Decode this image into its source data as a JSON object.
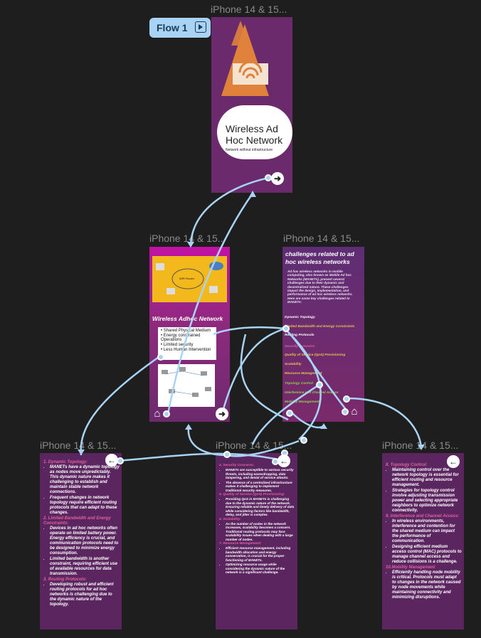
{
  "flow": {
    "label": "Flow 1"
  },
  "frames": {
    "f1": {
      "label": "iPhone 14 & 15...",
      "title": "Wireless Ad Hoc Network",
      "subtitle": "Network without infrastructure"
    },
    "f2": {
      "label": "iPhone 14 & 15...",
      "title": "Wireless Adhoc Network",
      "image_caption": "WiFi Router",
      "features": [
        "• Shared Physical Medium",
        "• Energy constrained Operations",
        "• Limited security",
        "• Less Human Intervention"
      ]
    },
    "f3": {
      "label": "iPhone 14 & 15...",
      "title": "challenges related to ad hoc wireless networks",
      "intro": "Ad hoc wireless networks in mobile computing, also known as Mobile Ad hoc Networks (MANETs), present several challenges due to their dynamic and decentralized nature. These challenges impact the design, implementation, and performance of ad hoc wireless networks. Here are some key challenges related to MANETs:",
      "items": [
        "Dynamic Topology",
        "Limited Bandwidth and Energy Constraints",
        "Routing Protocols",
        "Security Concerns",
        "Quality of Service (QoS) Provisioning",
        "Scalability",
        "Resource Management",
        "Topology Control",
        "Interference and Channel Access",
        "Mobility Management"
      ]
    },
    "f4": {
      "label": "iPhone 14 & 15...",
      "sections": [
        {
          "heading": "1. Dynamic Topology:",
          "bullets": [
            "MANETs have a dynamic topology as nodes move unpredictably. This dynamic nature makes it challenging to establish and maintain stable network connections.",
            "Frequent changes in network topology require efficient routing protocols that can adapt to these changes."
          ]
        },
        {
          "heading": "2. Limited Bandwidth and Energy Constraints:",
          "bullets": [
            "Devices in ad hoc networks often operate on limited battery power. Energy efficiency is crucial, and communication protocols need to be designed to minimize energy consumption.",
            "Limited bandwidth is another constraint, requiring efficient use of available resources for data transmission."
          ]
        },
        {
          "heading": "3. Routing Protocols:",
          "bullets": [
            "Developing robust and efficient routing protocols for ad hoc networks is challenging due to the dynamic nature of the topology."
          ]
        }
      ]
    },
    "f5": {
      "label": "iPhone 14 & 15...",
      "sections": [
        {
          "heading": "4. Security Concerns:",
          "bullets": [
            "MANETs are susceptible to various security threats, including eavesdropping, data tampering, and denial of service attacks.",
            "The absence of a centralized infrastructure makes it challenging to implement traditional security measures."
          ]
        },
        {
          "heading": "5. Quality of Service (QoS) Provisioning:",
          "bullets": [
            "Providing QoS in MANETs is challenging due to the dynamic nature of the network. Ensuring reliable and timely delivery of data while considering factors like bandwidth, delay, and jitter is complex."
          ]
        },
        {
          "heading": "6. Scalability:",
          "bullets": [
            "As the number of nodes in the network increases, scalability becomes a concern. Traditional routing protocols may face scalability issues when dealing with a large number of nodes."
          ]
        },
        {
          "heading": "7. Resource Management:",
          "bullets": [
            "Efficient resource management, including bandwidth allocation and energy conservation, is crucial for the proper functioning of MANETs.",
            "Optimizing resource usage while considering the dynamic nature of the network is a significant challenge."
          ]
        }
      ]
    },
    "f6": {
      "label": "iPhone 14 & 15...",
      "sections": [
        {
          "heading": "8. Topology Control:",
          "bullets": [
            "Maintaining control over the network topology is essential for efficient routing and resource management.",
            "Strategies for topology control involve adjusting transmission power and selecting appropriate neighbors to optimize network connectivity."
          ]
        },
        {
          "heading": "9. Interference and Channel Access:",
          "bullets": [
            "In wireless environments, interference and contention for the shared medium can impact the performance of communication.",
            "Designing efficient medium access control (MAC) protocols to manage channel access and reduce collisions is a challenge."
          ]
        },
        {
          "heading": "10.Mobility Management",
          "bullets": [
            "Efficiently handling node mobility is critical. Protocols must adapt to changes in the network caused by node movements while maintaining connectivity and minimizing disruptions."
          ]
        }
      ]
    }
  },
  "icons": {
    "next": "arrow-right-icon",
    "back": "arrow-left-icon",
    "home": "home-icon",
    "play": "play-icon"
  },
  "colors": {
    "canvas": "#1e1e1e",
    "frame_purple": "#6b2a6c",
    "connector": "#a9d3f5",
    "accent_pink": "#e060a0",
    "accent_green": "#8fd14f"
  }
}
